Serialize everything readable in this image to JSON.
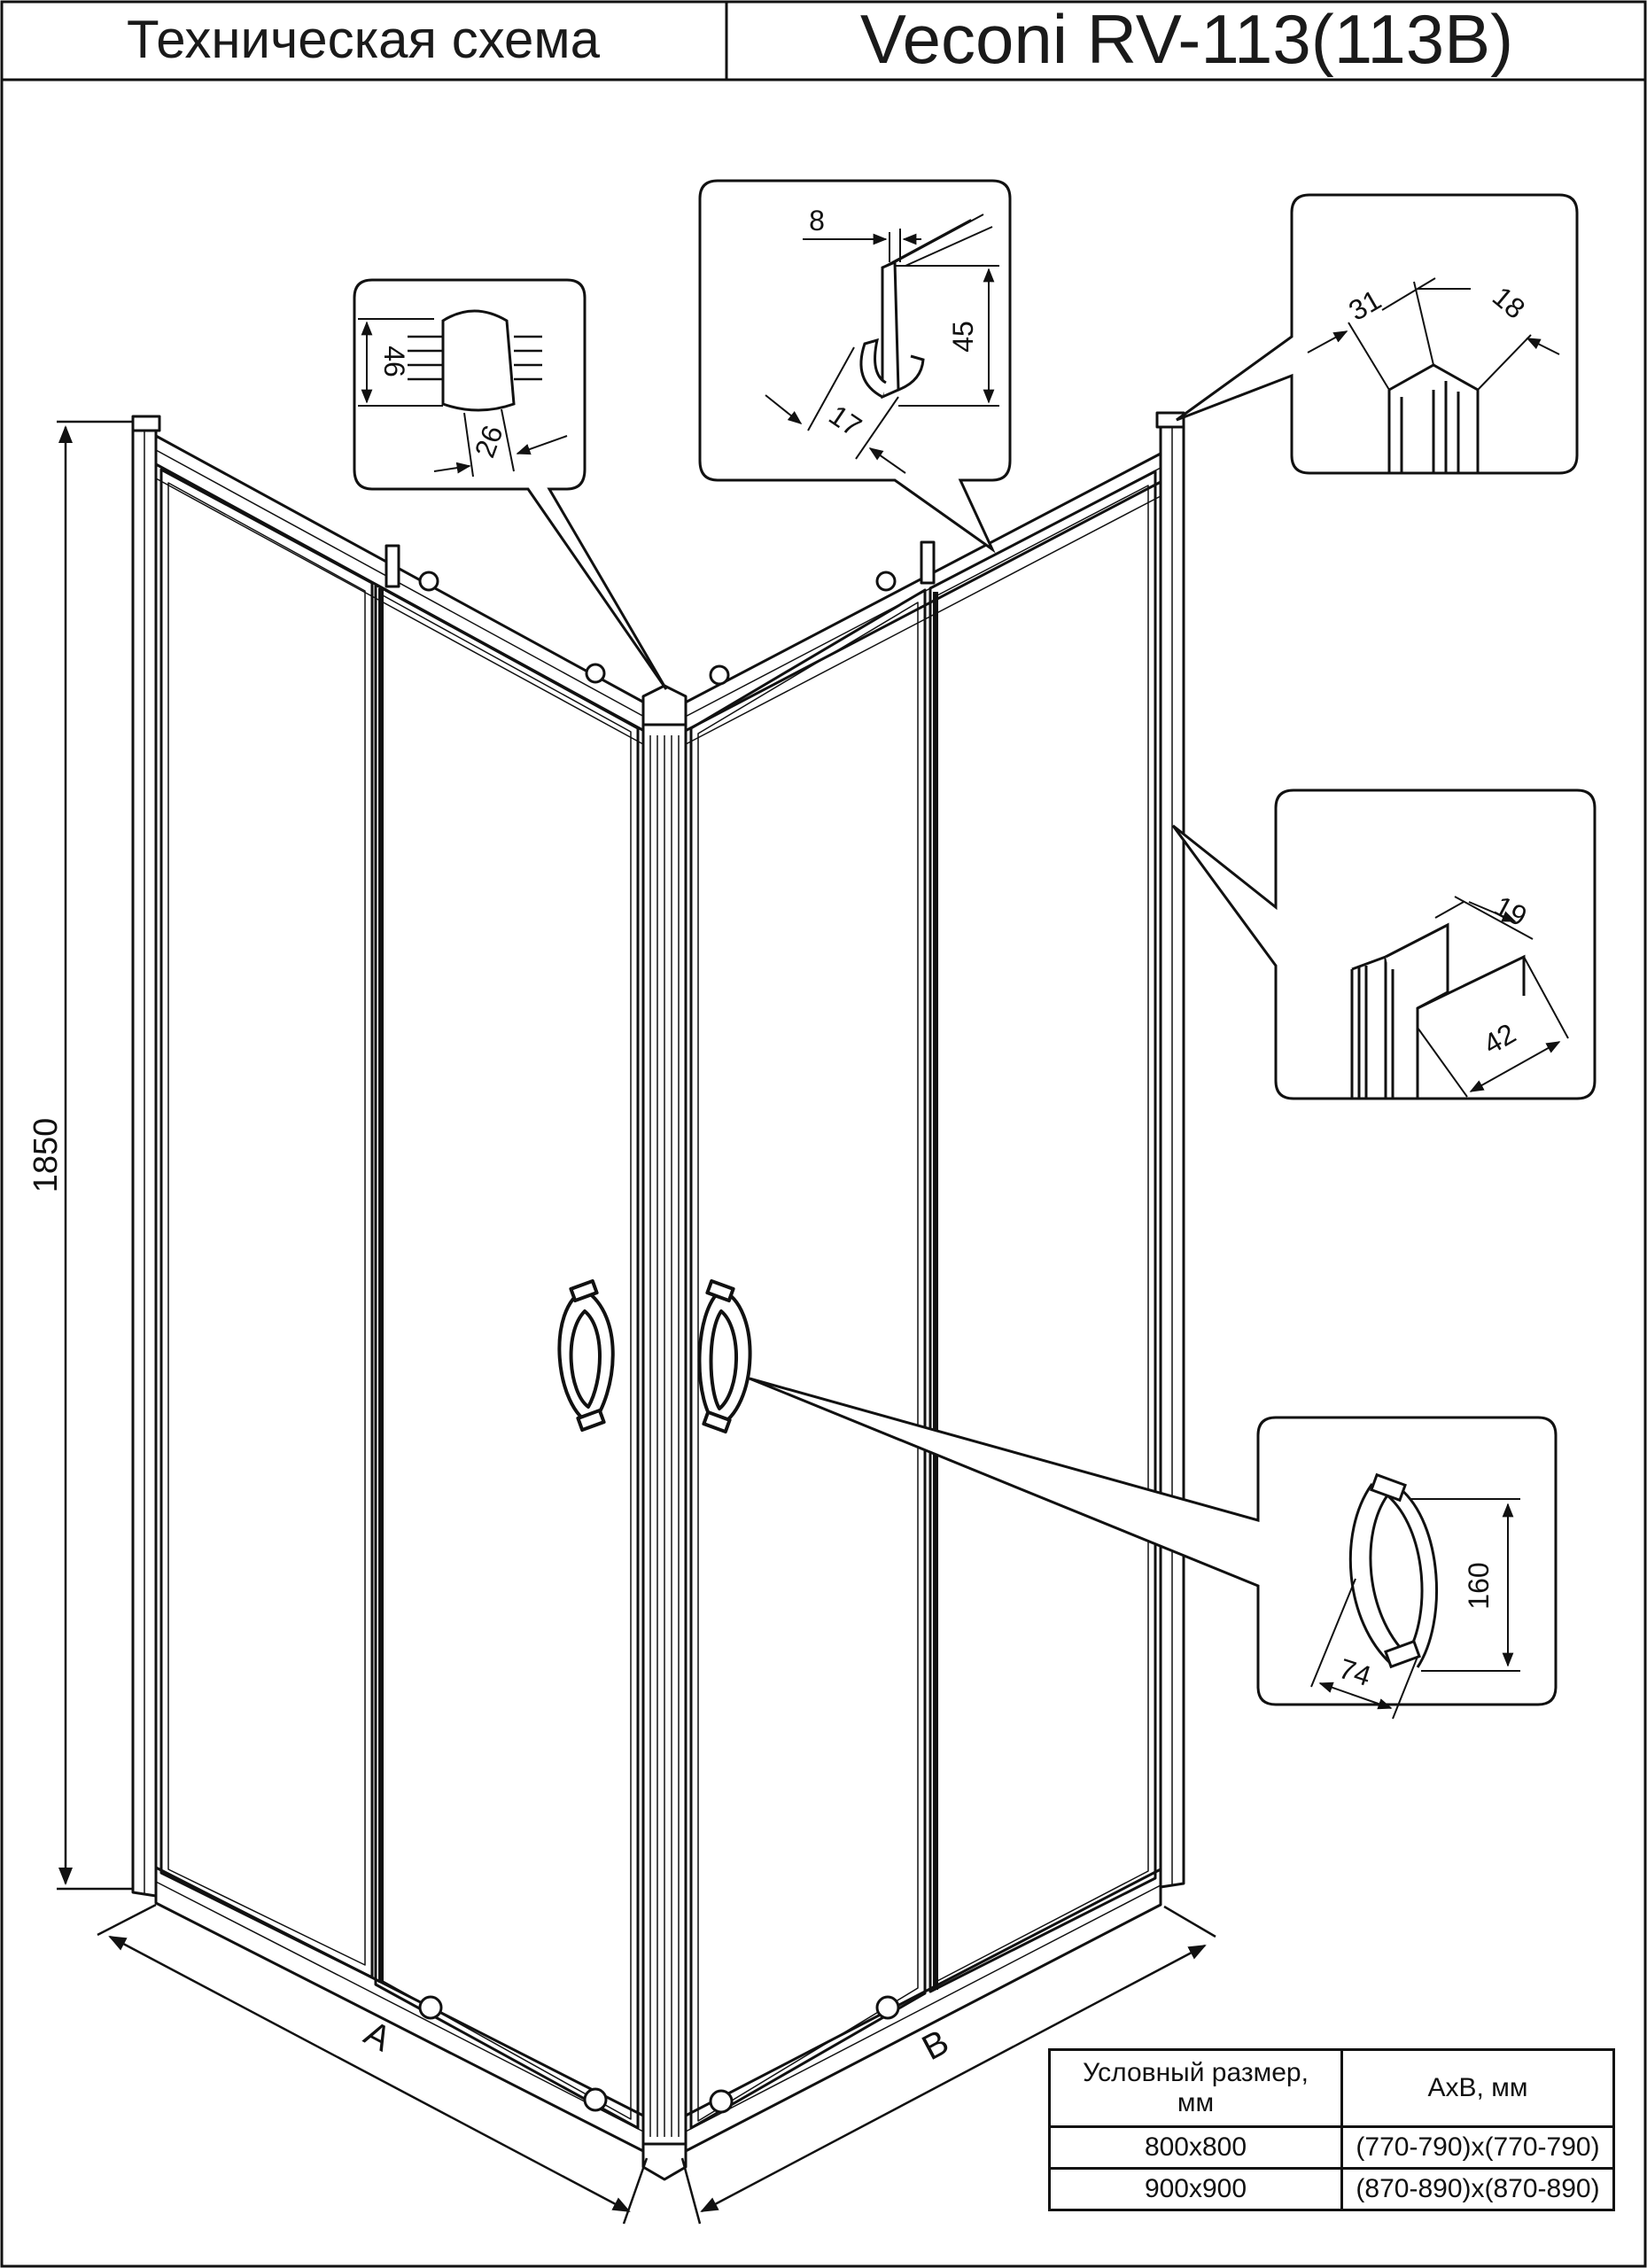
{
  "header": {
    "left_title": "Техническая схема",
    "right_title": "Veconi RV-113(113B)"
  },
  "dimensions": {
    "height": "1850",
    "side_a": "A",
    "side_b": "B"
  },
  "details": {
    "corner_connector": {
      "d1": "46",
      "d2": "26"
    },
    "top_profile": {
      "d1": "8",
      "d2": "45",
      "d3": "17"
    },
    "corner_profile": {
      "d1": "31",
      "d2": "18"
    },
    "wall_profile": {
      "d1": "19",
      "d2": "42"
    },
    "handle": {
      "d1": "160",
      "d2": "74"
    }
  },
  "size_table": {
    "headers": [
      "Условный размер,\nмм",
      "AxB, мм"
    ],
    "rows": [
      [
        "800x800",
        "(770-790)x(770-790)"
      ],
      [
        "900x900",
        "(870-890)x(870-890)"
      ]
    ]
  }
}
